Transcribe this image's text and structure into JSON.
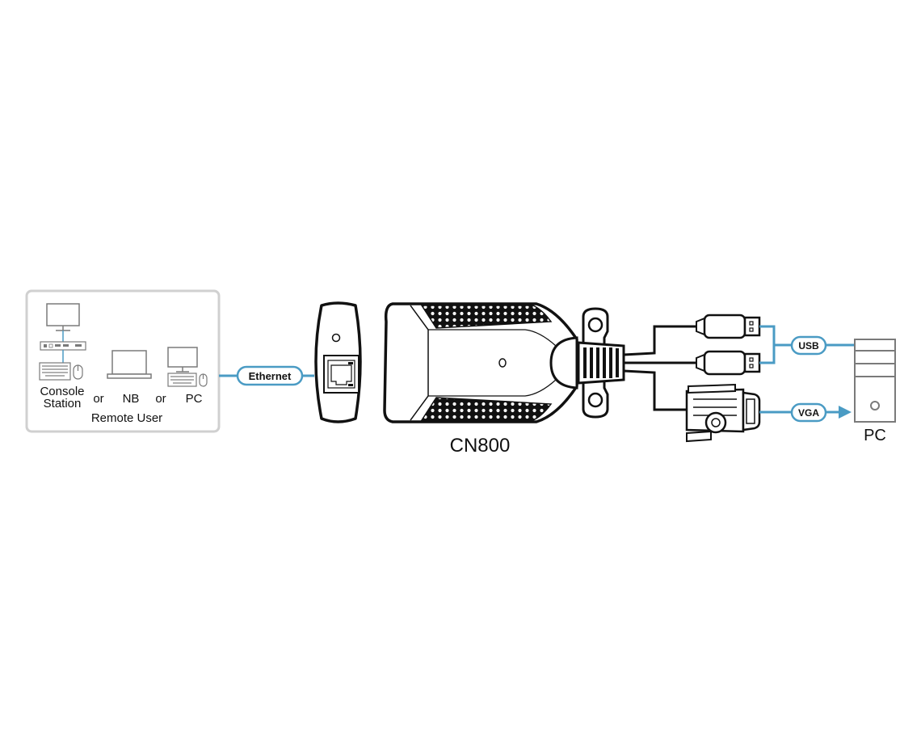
{
  "remote_user_panel": {
    "console_station_line1": "Console",
    "console_station_line2": "Station",
    "or_1": "or",
    "nb": "NB",
    "or_2": "or",
    "pc": "PC",
    "remote_user": "Remote User"
  },
  "connections": {
    "ethernet": "Ethernet",
    "usb": "USB",
    "vga": "VGA"
  },
  "device": {
    "model": "CN800"
  },
  "target": {
    "pc": "PC"
  },
  "colors": {
    "cable_blue": "#4a9bc4",
    "panel_border": "#d0d0d0",
    "icon_gray": "#7a7a7a",
    "outline": "#111111"
  }
}
